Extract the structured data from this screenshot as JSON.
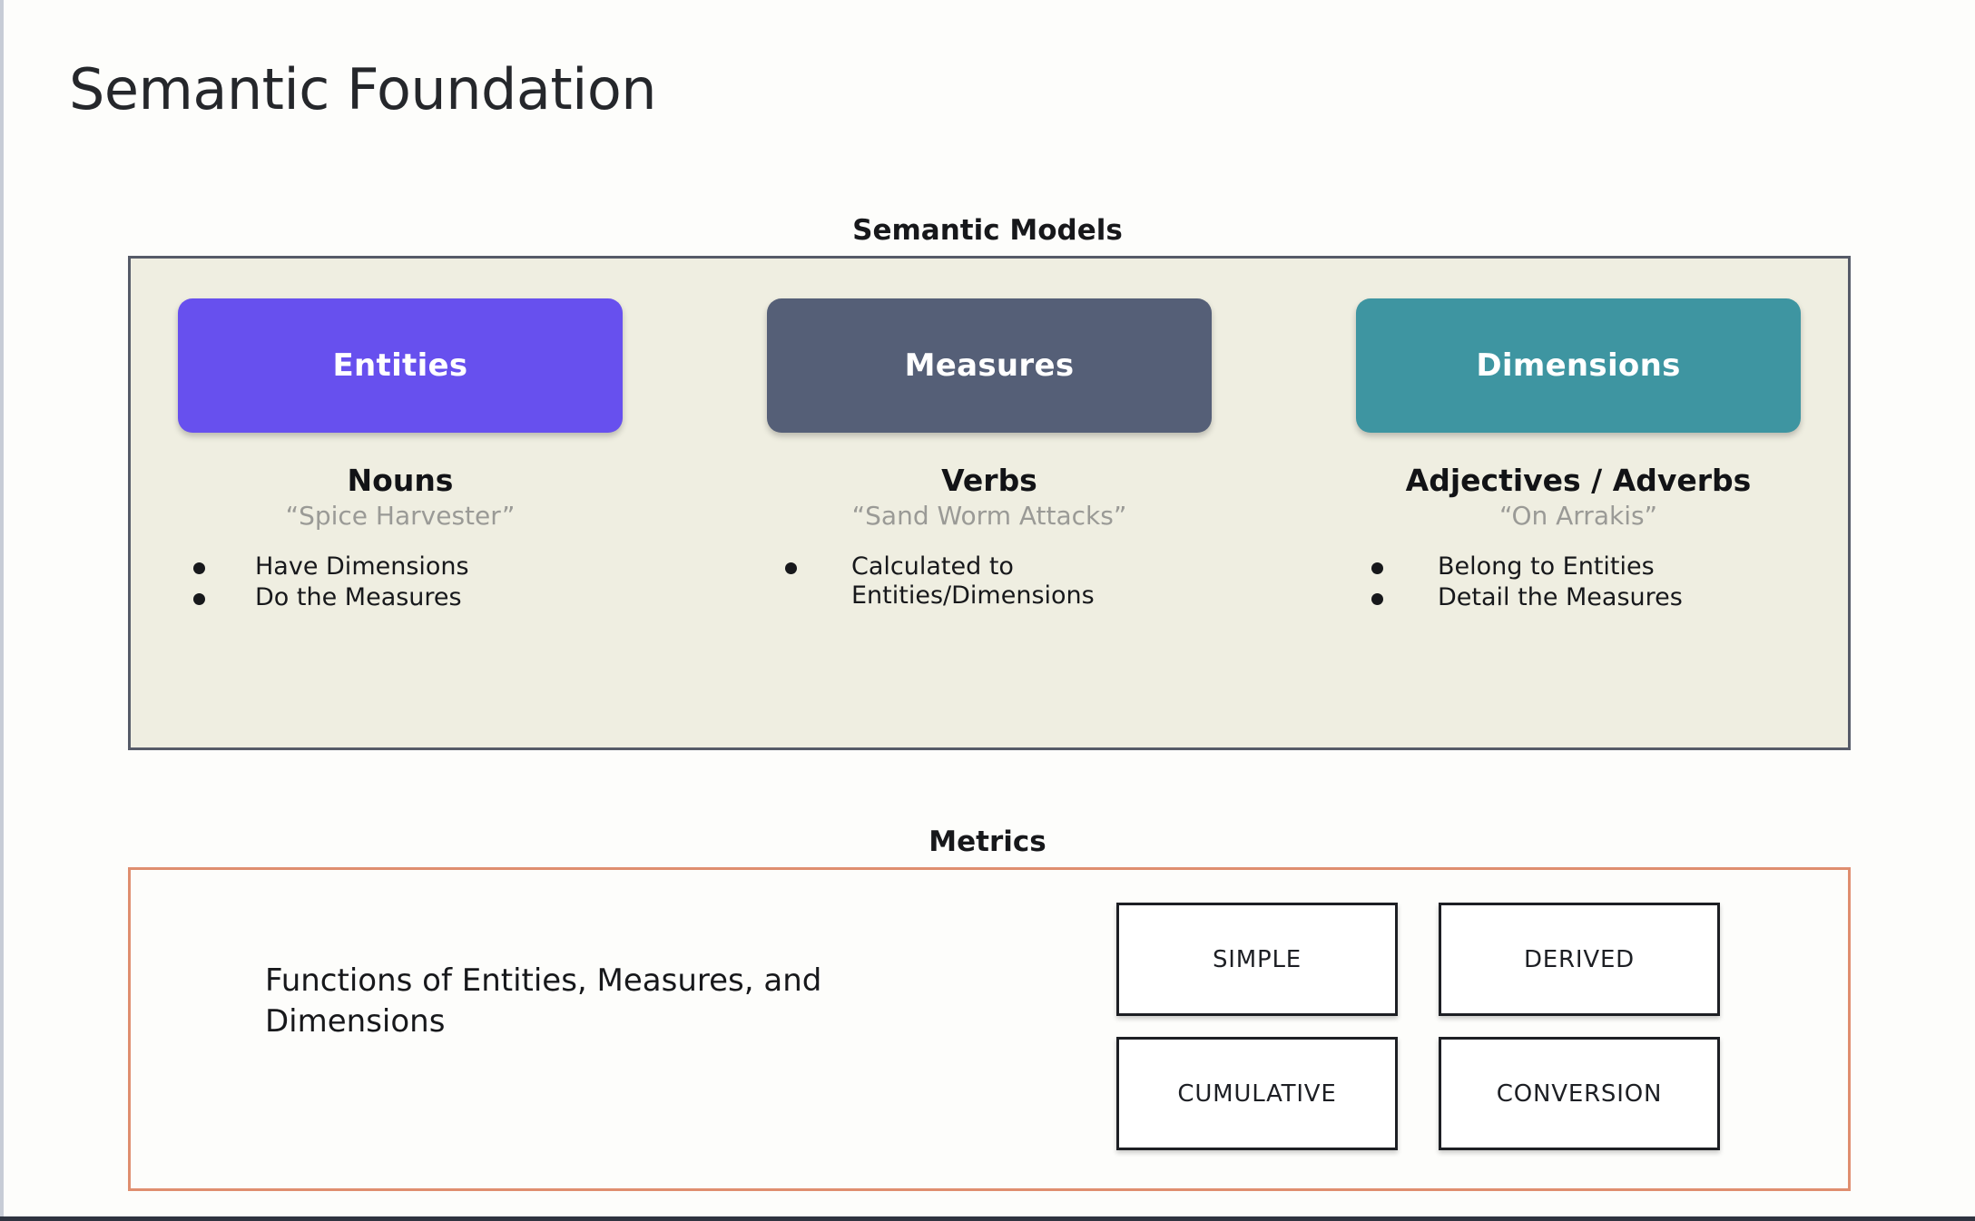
{
  "slide": {
    "title": "Semantic Foundation",
    "background_color": "#fdfdfb"
  },
  "semantic_models": {
    "caption": "Semantic Models",
    "panel_background": "#efeee1",
    "panel_border": "#565b68",
    "columns": [
      {
        "chip_label": "Entities",
        "chip_color": "#6750ee",
        "part_of_speech": "Nouns",
        "example": "“Spice Harvester”",
        "bullets": [
          "Have Dimensions",
          "Do the Measures"
        ]
      },
      {
        "chip_label": "Measures",
        "chip_color": "#555f77",
        "part_of_speech": "Verbs",
        "example": "“Sand Worm Attacks”",
        "bullets": [
          "Calculated to\nEntities/Dimensions"
        ]
      },
      {
        "chip_label": "Dimensions",
        "chip_color": "#3e95a1",
        "part_of_speech": "Adjectives / Adverbs",
        "example": "“On Arrakis”",
        "bullets": [
          "Belong to Entities",
          "Detail the Measures"
        ]
      }
    ]
  },
  "metrics": {
    "caption": "Metrics",
    "panel_border": "#df8e6f",
    "description": "Functions of Entities, Measures, and Dimensions",
    "types": [
      "SIMPLE",
      "DERIVED",
      "CUMULATIVE",
      "CONVERSION"
    ]
  }
}
